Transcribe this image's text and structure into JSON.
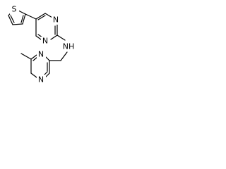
{
  "molecule": {
    "atoms": {
      "thiophene_s": "S",
      "pyrimidine_n_upper": "N",
      "pyrimidine_n_lower": "N",
      "amine": "NH",
      "pyrazine_n_upper": "N",
      "pyrazine_n_lower": "N"
    }
  }
}
